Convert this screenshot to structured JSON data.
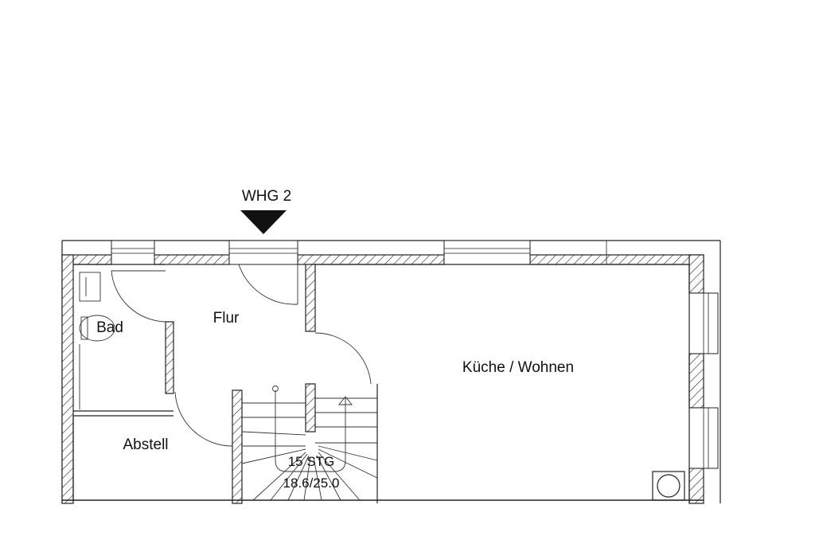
{
  "plan": {
    "unit_marker": "WHG 2",
    "rooms": {
      "bad": "Bad",
      "flur": "Flur",
      "kueche": "Küche / Wohnen",
      "abstell": "Abstell"
    },
    "stair": {
      "steps": "15 STG",
      "dimensions": "18.6/25.0"
    }
  }
}
